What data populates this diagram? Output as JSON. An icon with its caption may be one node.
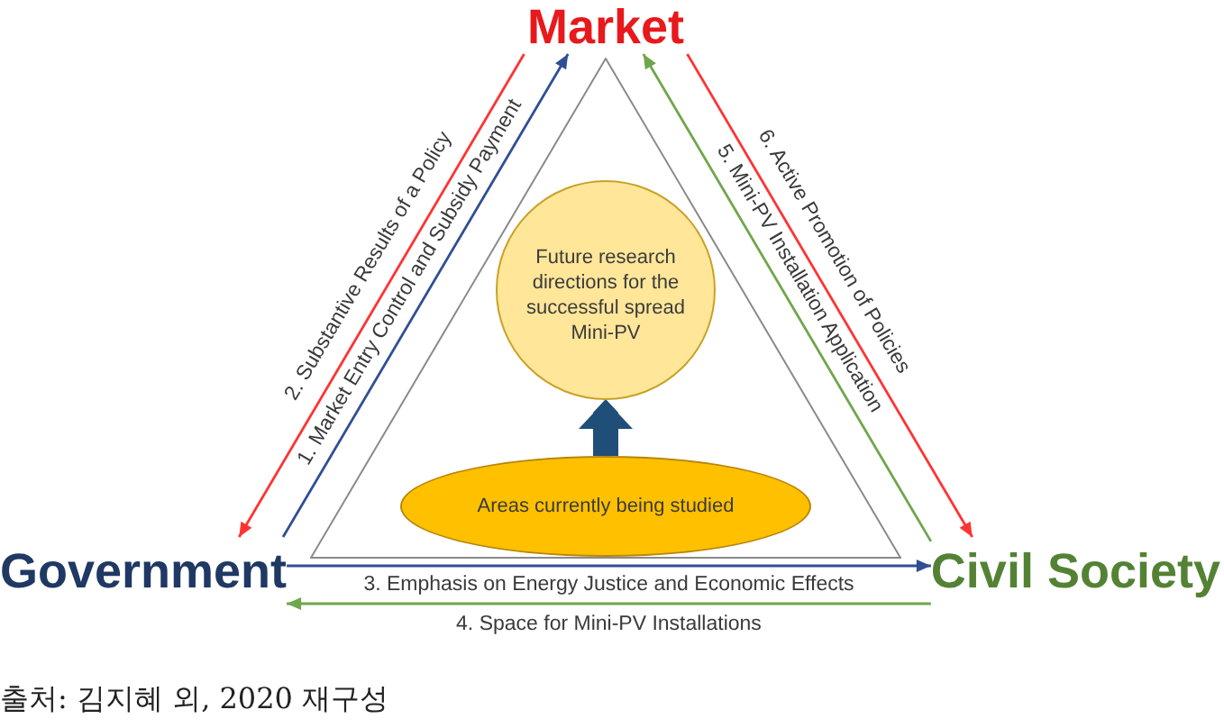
{
  "diagram": {
    "caption": "출처: 김지혜 외, 2020 재구성",
    "nodes": [
      {
        "text": [
          "Market"
        ]
      },
      {
        "text": [],
        "shape": "triangle"
      },
      {
        "text": [
          "Future research directions for the successful spread Mini-PV"
        ],
        "in": 1
      },
      {
        "text": [
          "Areas currently being studied"
        ],
        "in": 1
      },
      {
        "text": [
          "Government"
        ]
      },
      {
        "text": [
          "Civil Society"
        ]
      }
    ],
    "edges": [
      {
        "from": 4,
        "to": 0,
        "arrow": "to",
        "label": "1. Market Entry Control and Subsidy Payment",
        "color": "#2f4f94"
      },
      {
        "from": 0,
        "to": 4,
        "arrow": "to",
        "label": "2. Substantive Results of a Policy",
        "color": "#ff3333"
      },
      {
        "from": 4,
        "to": 5,
        "arrow": "to",
        "label": "3. Emphasis on Energy Justice and Economic Effects",
        "color": "#2f4f94"
      },
      {
        "from": 5,
        "to": 4,
        "arrow": "to",
        "label": "4. Space for Mini-PV Installations",
        "color": "#70a64c"
      },
      {
        "from": 5,
        "to": 0,
        "arrow": "to",
        "label": "5. Mini-PV Installation Application",
        "color": "#70a64c"
      },
      {
        "from": 0,
        "to": 5,
        "arrow": "to",
        "label": "6. Active Promotion of Policies",
        "color": "#ff3333"
      },
      {
        "from": 3,
        "to": 2,
        "arrow": "to",
        "style": "thick",
        "color": "#1f4e79"
      }
    ]
  }
}
